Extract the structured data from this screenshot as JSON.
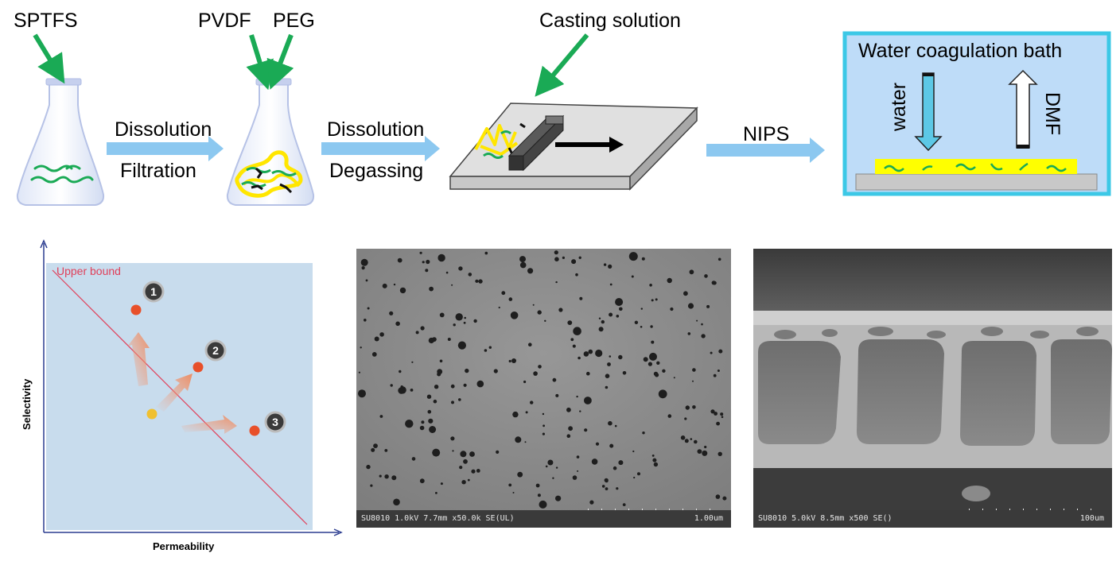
{
  "process": {
    "sptfs_label": "SPTFS",
    "pvdf_label": "PVDF",
    "peg_label": "PEG",
    "casting_label": "Casting solution",
    "step1_line1": "Dissolution",
    "step1_line2": "Filtration",
    "step2_line1": "Dissolution",
    "step2_line2": "Degassing",
    "step3_label": "NIPS",
    "bath_title": "Water coagulation bath",
    "water_label": "water",
    "dmf_label": "DMF"
  },
  "tradeoff_plot": {
    "upper_bound_label": "Upper bound",
    "ylabel": "Selectivity",
    "xlabel": "Permeability",
    "markers": [
      "1",
      "2",
      "3"
    ]
  },
  "sem_surface": {
    "info": "SU8010 1.0kV 7.7mm x50.0k SE(UL)",
    "scale": "1.00um"
  },
  "sem_cross": {
    "info": "SU8010 5.0kV 8.5mm x500 SE()",
    "scale": "100um"
  },
  "colors": {
    "pointer_arrow": "#1aaa55",
    "flow_arrow": "#8cc8f0",
    "bath_border": "#3cc8e6",
    "bath_fill": "#bedcf8",
    "water_arrow": "#5cc8e6",
    "film": "#ffff00",
    "chain": "#1aaa55",
    "upper_bound": "#e0405a",
    "plot_bg": "#c8dced",
    "point_red": "#e8502a",
    "point_yellow": "#f0c030"
  }
}
